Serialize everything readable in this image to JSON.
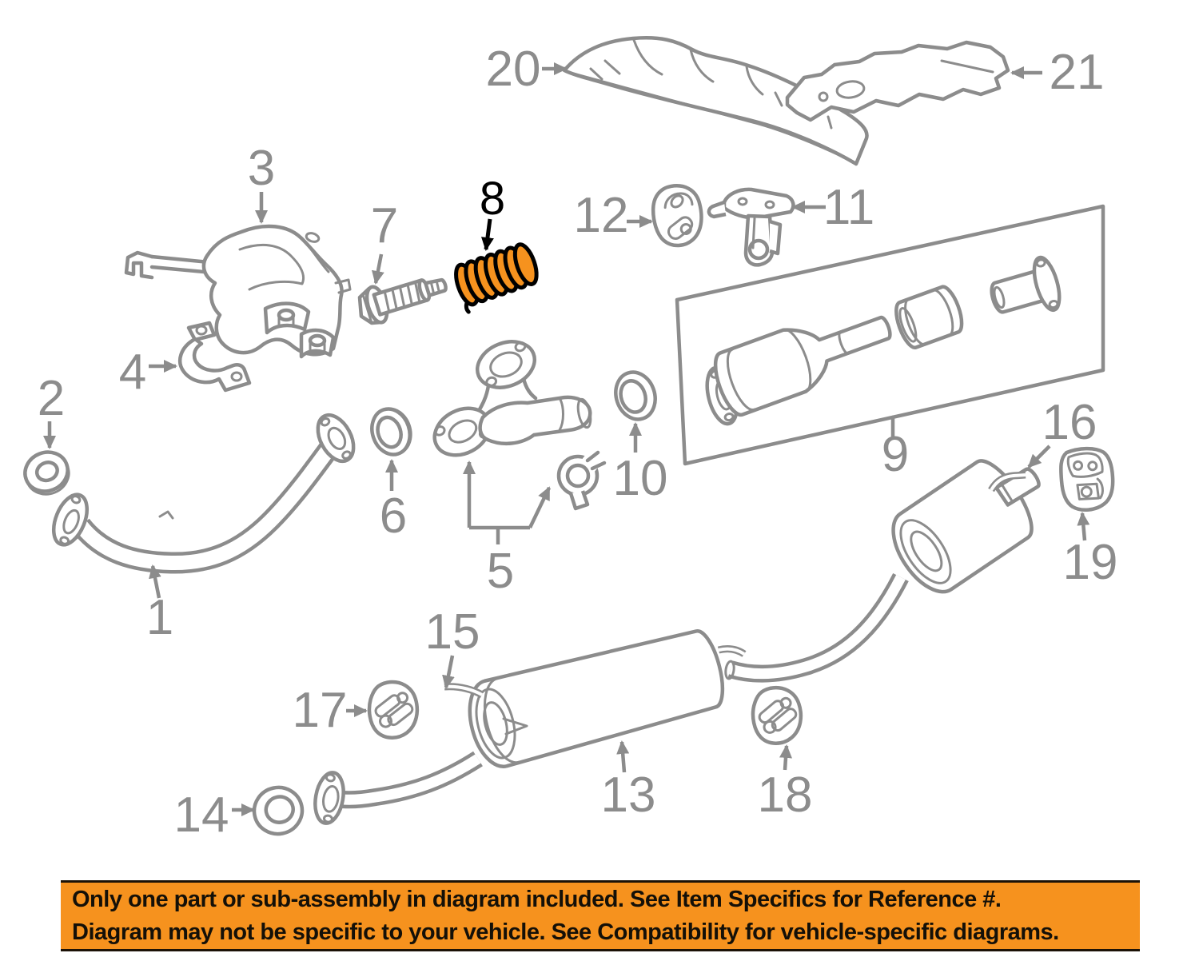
{
  "colors": {
    "line": "#8c8c8c",
    "highlight": "#f6921e",
    "highlight_label": "#000000",
    "banner_bg": "#f6921e",
    "banner_text": "#141008",
    "banner_border": "#1c1206"
  },
  "diagram": {
    "description": "Exploded exhaust system parts diagram with numbered callouts",
    "highlighted_part": "8",
    "parts": [
      {
        "num": "1",
        "name": "front exhaust pipe"
      },
      {
        "num": "2",
        "name": "exhaust pipe gasket donut"
      },
      {
        "num": "3",
        "name": "manifold heat shield with sensor bracket"
      },
      {
        "num": "4",
        "name": "pipe clamp bracket"
      },
      {
        "num": "5",
        "name": "exhaust crossover pipe with retainer clip"
      },
      {
        "num": "6",
        "name": "exhaust gasket ring"
      },
      {
        "num": "7",
        "name": "flange bolt"
      },
      {
        "num": "8",
        "name": "compression spring (highlighted included part)"
      },
      {
        "num": "9",
        "name": "catalytic converter assembly"
      },
      {
        "num": "10",
        "name": "exhaust gasket ring"
      },
      {
        "num": "11",
        "name": "exhaust hanger bracket"
      },
      {
        "num": "12",
        "name": "exhaust hanger insulator"
      },
      {
        "num": "13",
        "name": "center muffler"
      },
      {
        "num": "14",
        "name": "exhaust gasket ring"
      },
      {
        "num": "15",
        "name": "front hanger rod"
      },
      {
        "num": "16",
        "name": "rear hanger rod"
      },
      {
        "num": "17",
        "name": "exhaust hanger insulator"
      },
      {
        "num": "18",
        "name": "exhaust hanger insulator"
      },
      {
        "num": "19",
        "name": "exhaust hanger insulator"
      },
      {
        "num": "20",
        "name": "upper heat shield"
      },
      {
        "num": "21",
        "name": "floor heat shield plate"
      }
    ]
  },
  "banner": {
    "line1": "Only one part or sub-assembly in diagram included. See Item Specifics for Reference #.",
    "line2": "Diagram may not be specific to your vehicle. See Compatibility for vehicle-specific diagrams."
  }
}
